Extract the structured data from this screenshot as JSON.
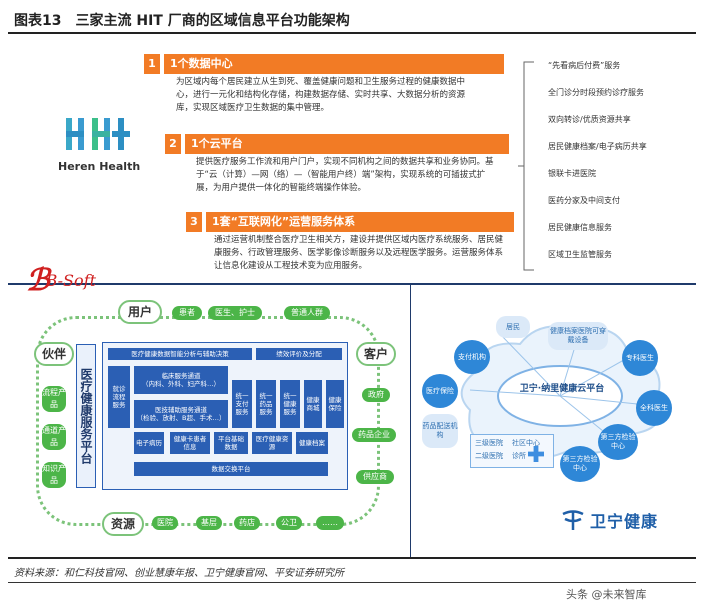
{
  "figure": {
    "title": "图表13　三家主流 HIT 厂商的区域信息平台功能架构",
    "source": "资料来源：和仁科技官网、创业慧康年报、卫宁健康官网、平安证券研究所",
    "watermark": "头条 @未来智库"
  },
  "heren": {
    "logo_text": "Heren Health",
    "items": [
      {
        "num": "1",
        "title": "1个数据中心",
        "body": "为区域内每个居民建立从生到死、覆盖健康问题和卫生服务过程的健康数据中心，进行一元化和结构化存储，构建数据存储、实时共享、大数据分析的资源库，实现区域医疗卫生数据的集中管理。"
      },
      {
        "num": "2",
        "title": "1个云平台",
        "body": "提供医疗服务工作流和用户门户，实现不同机构之间的数据共享和业务协同。基于“云（计算）—网（络）—（智能用户终）端”架构，实现系统的可插拔式扩展，为用户提供一体化的智能终端操作体验。"
      },
      {
        "num": "3",
        "title": "1套“互联网化”运营服务体系",
        "body": "通过运营机制整合医疗卫生相关方，建设并提供区域内医疗系统服务、居民健康服务、行政管理服务、医学影像诊断服务以及远程医学服务。运营服务体系让信息化建设从工程技术变为应用服务。"
      }
    ],
    "services": [
      "“先看病后付费”服务",
      "全门诊分时段预约诊疗服务",
      "双向转诊/优质资源共享",
      "居民健康档案/电子病历共享",
      "银联卡进医院",
      "医药分家及中间支付",
      "居民健康信息服务",
      "区域卫生监管服务"
    ]
  },
  "bsoft": {
    "logo_text": "B-Soft",
    "top_label": "用户",
    "top_items": [
      "患者",
      "医生、护士",
      "普通人群"
    ],
    "left_label": "伙伴",
    "left_items": [
      "流程产品",
      "通道产品",
      "知识产品"
    ],
    "right_label": "客户",
    "right_items": [
      "政府",
      "药品企业",
      "供应商"
    ],
    "bottom_label": "资源",
    "bottom_items": [
      "医院",
      "基层",
      "药店",
      "公卫",
      "……"
    ],
    "center_vertical": "医疗健康服务平台",
    "center_top_left": "医疗健康数据智能分析与辅助决策",
    "center_top_right": "绩效评价及分配",
    "center_channels": [
      {
        "name": "临床服务通道",
        "sub": "（内科、外科、妇产科…）"
      },
      {
        "name": "医技辅助服务通道",
        "sub": "（检验、放射、B超、手术…）"
      }
    ],
    "center_left_col": "就诊流程服务",
    "center_mid": [
      "统一支付服务",
      "统一药品服务",
      "统一健康服务",
      "健康商城",
      "健康保险"
    ],
    "center_bottom": [
      "电子病历",
      "健康卡患者信息",
      "平台基础数据",
      "医疗健康资源",
      "健康档案"
    ],
    "center_exchange": "数据交换平台"
  },
  "winning": {
    "logo_text": "卫宁健康",
    "cloud_center": "卫宁·纳里健康云平台",
    "nodes": [
      "居民",
      "健康档案医院可穿戴设备",
      "专科医生",
      "全科医生",
      "第三方检验中心",
      "第三方检验中心",
      "药品配送机构",
      "医疗保险",
      "支付机构"
    ],
    "inner": [
      "三级医院",
      "二级医院",
      "社区中心",
      "诊所"
    ]
  }
}
